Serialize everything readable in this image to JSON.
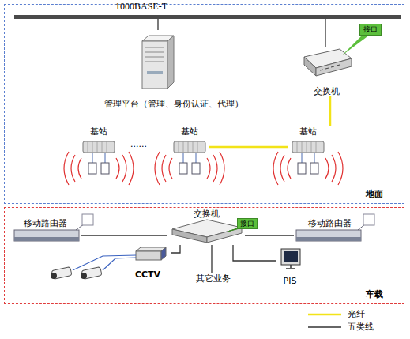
{
  "diagram": {
    "nodes": [
      {
        "text": [
          "地面"
        ]
      },
      {
        "text": [
          "1000BASE-T"
        ],
        "in": 0
      },
      {
        "text": [
          "管理平台（管理、身份认证、代理）"
        ],
        "in": 0
      },
      {
        "text": [
          "交换机"
        ],
        "in": 0
      },
      {
        "text": [
          "接口"
        ],
        "in": 0
      },
      {
        "text": [
          "基站"
        ],
        "in": 0
      },
      {
        "text": [
          "基站"
        ],
        "in": 0
      },
      {
        "text": [
          "基站"
        ],
        "in": 0
      },
      {
        "text": [
          "车载"
        ]
      },
      {
        "text": [
          "移动路由器"
        ],
        "in": 8
      },
      {
        "text": [
          "交换机"
        ],
        "in": 8
      },
      {
        "text": [
          "接口"
        ],
        "in": 8
      },
      {
        "text": [
          "移动路由器"
        ],
        "in": 8
      },
      {
        "text": [
          "CCTV"
        ],
        "in": 8
      },
      {
        "text": [
          "其它业务"
        ],
        "in": 8
      },
      {
        "text": [
          "PIS"
        ],
        "in": 8
      }
    ],
    "edges": [
      {
        "from": 2,
        "to": 1,
        "arrow": "none"
      },
      {
        "from": 3,
        "to": 1,
        "arrow": "none"
      },
      {
        "from": 3,
        "to": 7,
        "arrow": "none"
      },
      {
        "from": 6,
        "to": 7,
        "arrow": "none"
      },
      {
        "from": 9,
        "to": 10,
        "arrow": "none"
      },
      {
        "from": 12,
        "to": 10,
        "arrow": "none"
      },
      {
        "from": 10,
        "to": 13,
        "arrow": "none"
      },
      {
        "from": 10,
        "to": 14,
        "arrow": "none"
      },
      {
        "from": 10,
        "to": 15,
        "arrow": "none"
      }
    ],
    "labels": [
      "......"
    ],
    "legend": [
      {
        "text": "光纤"
      },
      {
        "text": "五类线"
      }
    ]
  }
}
